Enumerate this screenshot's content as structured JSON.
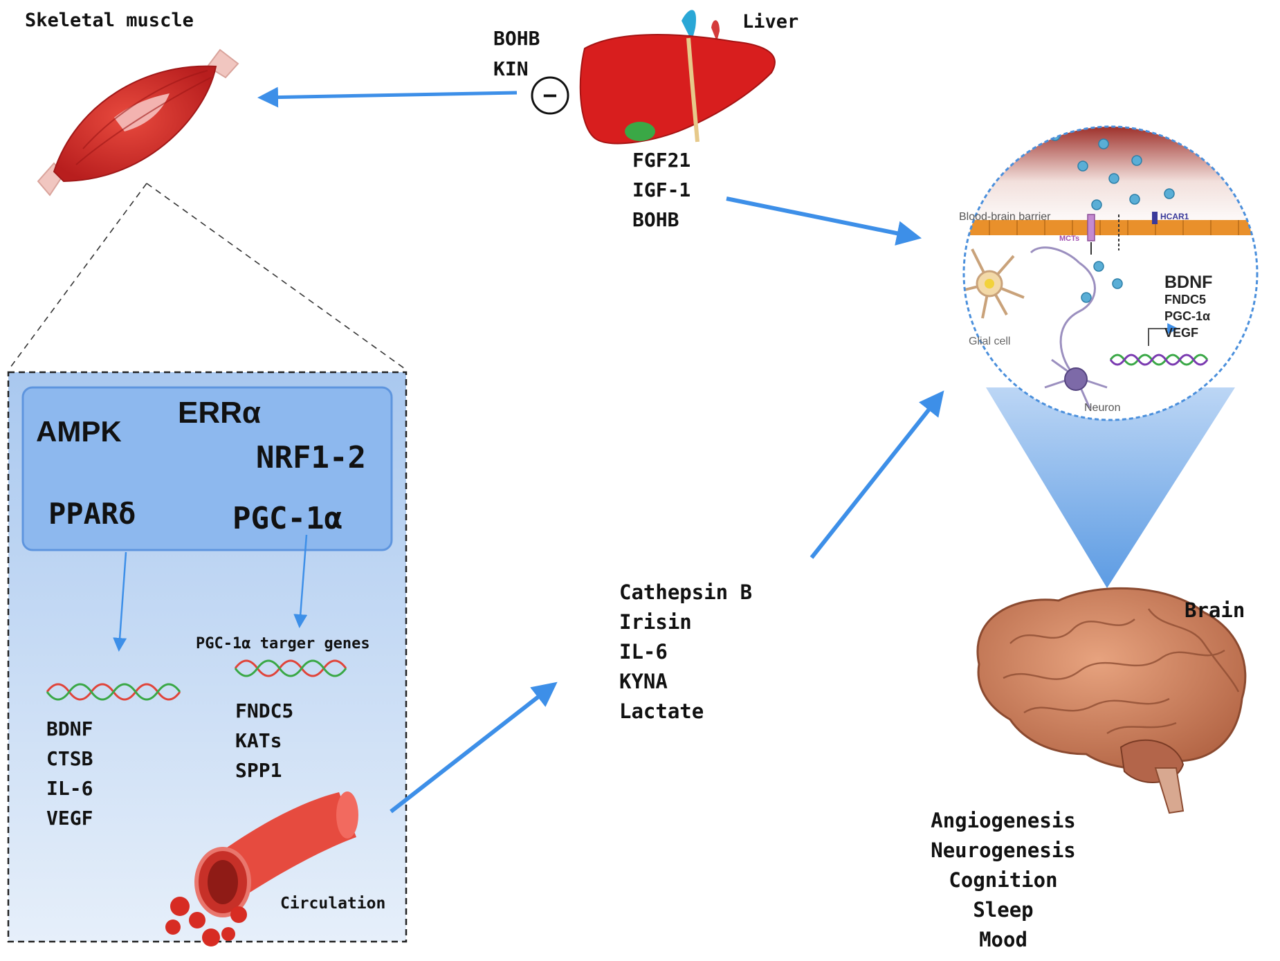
{
  "labels": {
    "skeletal_muscle": "Skeletal muscle",
    "liver": "Liver",
    "brain": "Brain",
    "circulation": "Circulation",
    "pgc_target_genes": "PGC-1α targer genes",
    "inhibition_symbol": "−"
  },
  "liver_to_muscle": [
    "BOHB",
    "KIN"
  ],
  "liver_to_brain": [
    "FGF21",
    "IGF-1",
    "BOHB"
  ],
  "muscle_box": {
    "factors": {
      "ampk": "AMPK",
      "erra": "ERRα",
      "nrf": "NRF1-2",
      "ppard": "PPARδ",
      "pgc1a": "PGC-1α"
    },
    "left_genes": [
      "BDNF",
      "CTSB",
      "IL-6",
      "VEGF"
    ],
    "right_genes": [
      "FNDC5",
      "KATs",
      "SPP1"
    ]
  },
  "myokines": [
    "Cathepsin B",
    "Irisin",
    "IL-6",
    "KYNA",
    "Lactate"
  ],
  "inset": {
    "bbb": "Blood-brain barrier",
    "hcar1": "HCAR1",
    "mcts": "MCTs",
    "glial": "Glial cell",
    "neuron": "Neuron",
    "genes": [
      "BDNF",
      "FNDC5",
      "PGC-1α",
      "VEGF"
    ]
  },
  "brain_outcomes": [
    "Angiogenesis",
    "Neurogenesis",
    "Cognition",
    "Sleep",
    "Mood"
  ],
  "colors": {
    "arrow": "#3d8fe8",
    "box_fill": "#c9ddf5",
    "inner_box": "#8db8ee",
    "muscle": "#d32a2a",
    "liver": "#d81e1e",
    "brain": "#c87a5a",
    "dna_red": "#e0443a",
    "dna_green": "#3aa846"
  }
}
